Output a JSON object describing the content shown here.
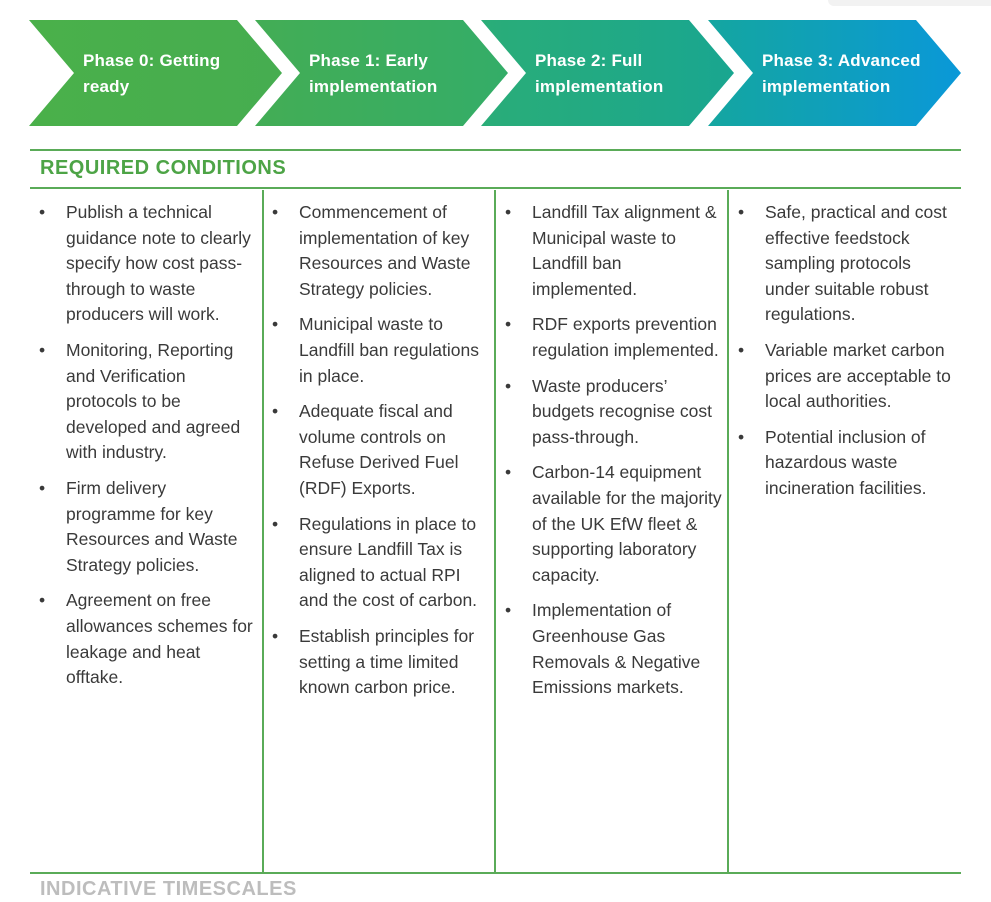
{
  "colors": {
    "accent_green": "#4da446",
    "rule_green": "#5aab58",
    "phase_0": "#4cae4a",
    "phase_1": "#3bae5e",
    "phase_2": "#21a885",
    "phase_3": "#0a9bd2"
  },
  "phases": [
    {
      "label": "Phase 0: Getting ready"
    },
    {
      "label": "Phase 1: Early implementation"
    },
    {
      "label": "Phase 2: Full implementation"
    },
    {
      "label": "Phase 3: Advanced implementation"
    }
  ],
  "section": {
    "title": "REQUIRED CONDITIONS",
    "next_title": "INDICATIVE TIMESCALES"
  },
  "columns": [
    {
      "items": [
        "Publish a technical guidance note to clearly specify how cost pass-through to waste producers will work.",
        "Monitoring, Reporting and Verification protocols to be developed and agreed with industry.",
        "Firm delivery programme for key Resources and Waste Strategy policies.",
        "Agreement on free allowances schemes for leakage and heat offtake."
      ]
    },
    {
      "items": [
        "Commencement of implementation of key Resources and Waste Strategy policies.",
        "Municipal waste to Landfill ban regulations in place.",
        "Adequate fiscal and volume controls on Refuse Derived Fuel (RDF) Exports.",
        "Regulations in place to ensure Landfill Tax is aligned to actual RPI and the cost of carbon.",
        "Establish principles for setting a time limited known carbon price."
      ]
    },
    {
      "items": [
        "Landfill Tax alignment & Municipal waste to Landfill ban implemented.",
        "RDF exports prevention regulation implemented.",
        "Waste producers’ budgets recognise cost pass-through.",
        "Carbon-14 equipment available for the majority of the UK EfW fleet & supporting laboratory capacity.",
        "Implementation of Greenhouse Gas Removals & Negative Emissions markets."
      ]
    },
    {
      "items": [
        "Safe, practical and cost effective feedstock sampling protocols under suitable robust regulations.",
        "Variable market carbon prices are acceptable to local authorities.",
        "Potential inclusion of hazardous waste incineration facilities."
      ]
    }
  ]
}
